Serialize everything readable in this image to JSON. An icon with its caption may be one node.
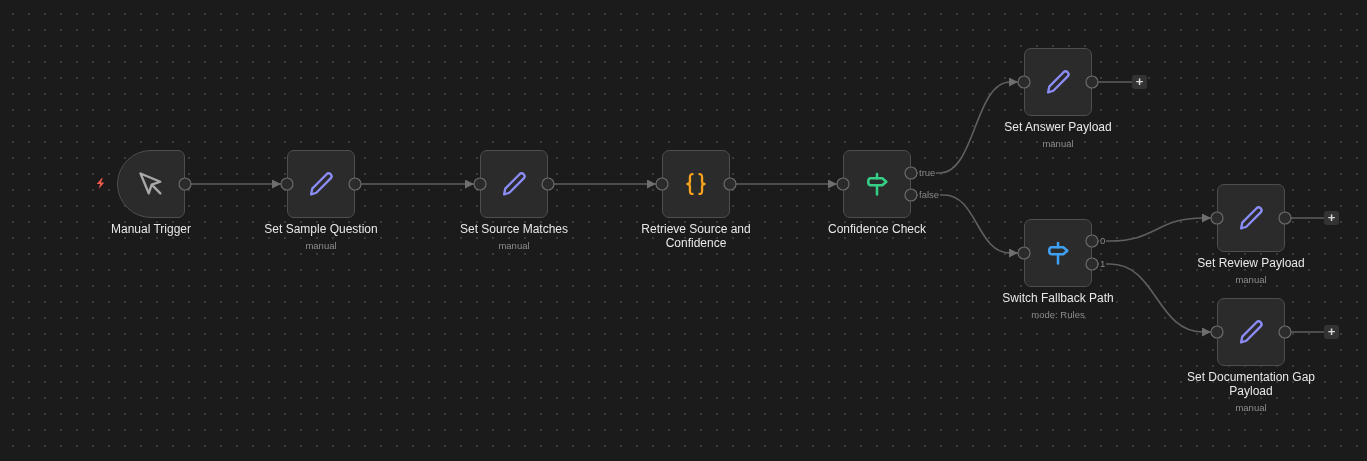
{
  "diagram": {
    "nodes": [
      {
        "text": [
          "Manual Trigger"
        ]
      },
      {
        "text": [
          "Set Sample Question",
          "manual"
        ]
      },
      {
        "text": [
          "Set Source Matches",
          "manual"
        ]
      },
      {
        "text": [
          "Retrieve Source and Confidence"
        ]
      },
      {
        "text": [
          "Confidence Check"
        ]
      },
      {
        "text": [
          "Set Answer Payload",
          "manual"
        ]
      },
      {
        "text": [
          "+"
        ]
      },
      {
        "text": [
          "Switch Fallback Path",
          "mode: Rules"
        ]
      },
      {
        "text": [
          "Set Review Payload",
          "manual"
        ]
      },
      {
        "text": [
          "+"
        ]
      },
      {
        "text": [
          "Set Documentation Gap Payload",
          "manual"
        ]
      },
      {
        "text": [
          "+"
        ]
      }
    ],
    "edges": [
      {
        "from": 0,
        "to": 1,
        "arrow": "to"
      },
      {
        "from": 1,
        "to": 2,
        "arrow": "to"
      },
      {
        "from": 2,
        "to": 3,
        "arrow": "to"
      },
      {
        "from": 3,
        "to": 4,
        "arrow": "to"
      },
      {
        "from": 4,
        "to": 5,
        "arrow": "to",
        "label": "true"
      },
      {
        "from": 4,
        "to": 7,
        "arrow": "to",
        "label": "false"
      },
      {
        "from": 5,
        "to": 6,
        "arrow": "none"
      },
      {
        "from": 7,
        "to": 8,
        "arrow": "to",
        "label": "0"
      },
      {
        "from": 7,
        "to": 10,
        "arrow": "to",
        "label": "1"
      },
      {
        "from": 8,
        "to": 9,
        "arrow": "none"
      },
      {
        "from": 10,
        "to": 11,
        "arrow": "none"
      }
    ]
  }
}
